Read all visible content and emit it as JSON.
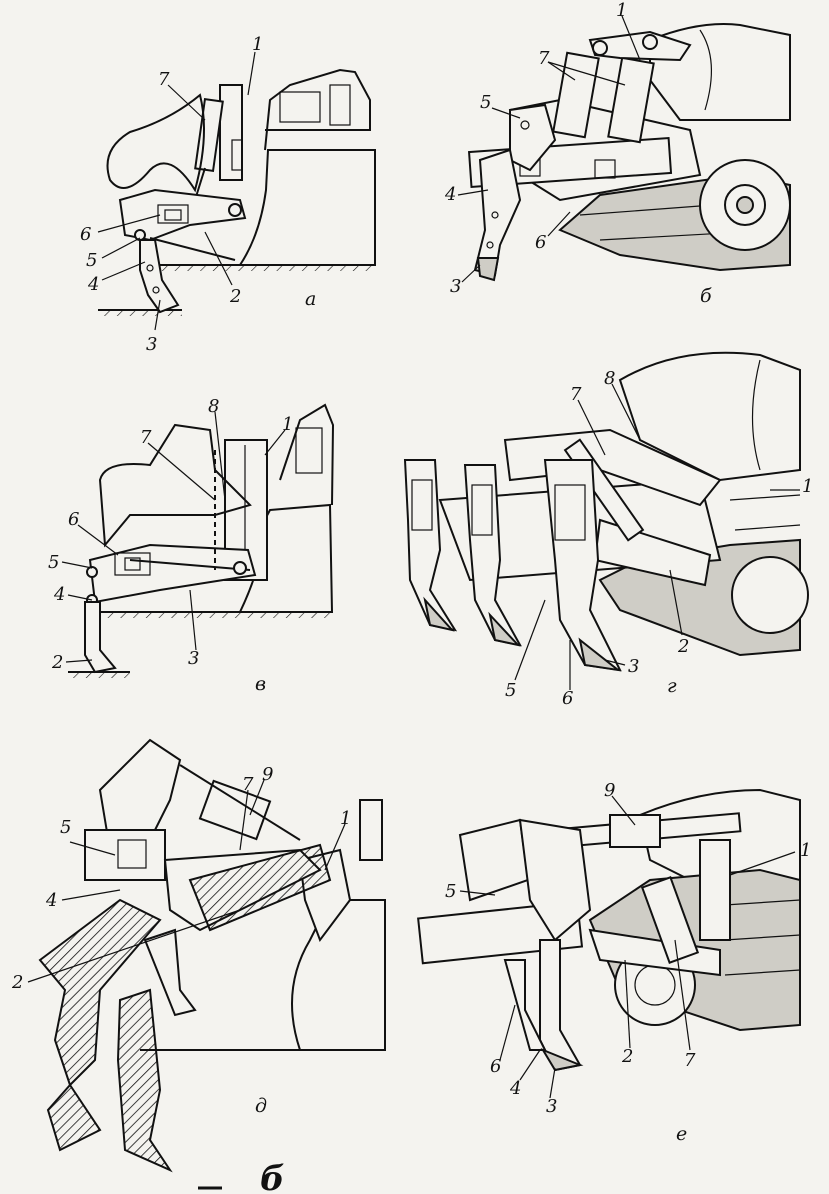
{
  "colors": {
    "ink": "#111111",
    "paper": "#f4f3ef",
    "hatch": "#111111"
  },
  "panels": [
    {
      "id": "a",
      "caption": "а",
      "callouts": [
        "1",
        "7",
        "6",
        "5",
        "4",
        "2",
        "3"
      ]
    },
    {
      "id": "b",
      "caption": "б",
      "callouts": [
        "1",
        "7",
        "5",
        "4",
        "6",
        "3"
      ]
    },
    {
      "id": "v",
      "caption": "в",
      "callouts": [
        "8",
        "1",
        "7",
        "6",
        "5",
        "4",
        "2",
        "3"
      ]
    },
    {
      "id": "g",
      "caption": "г",
      "callouts": [
        "8",
        "7",
        "1",
        "2",
        "5",
        "6",
        "3"
      ]
    },
    {
      "id": "d",
      "caption": "д",
      "callouts": [
        "7",
        "9",
        "1",
        "5",
        "4",
        "2"
      ]
    },
    {
      "id": "e",
      "caption": "е",
      "callouts": [
        "9",
        "1",
        "5",
        "2",
        "7",
        "6",
        "4",
        "3"
      ]
    }
  ],
  "footer_mark": "б"
}
